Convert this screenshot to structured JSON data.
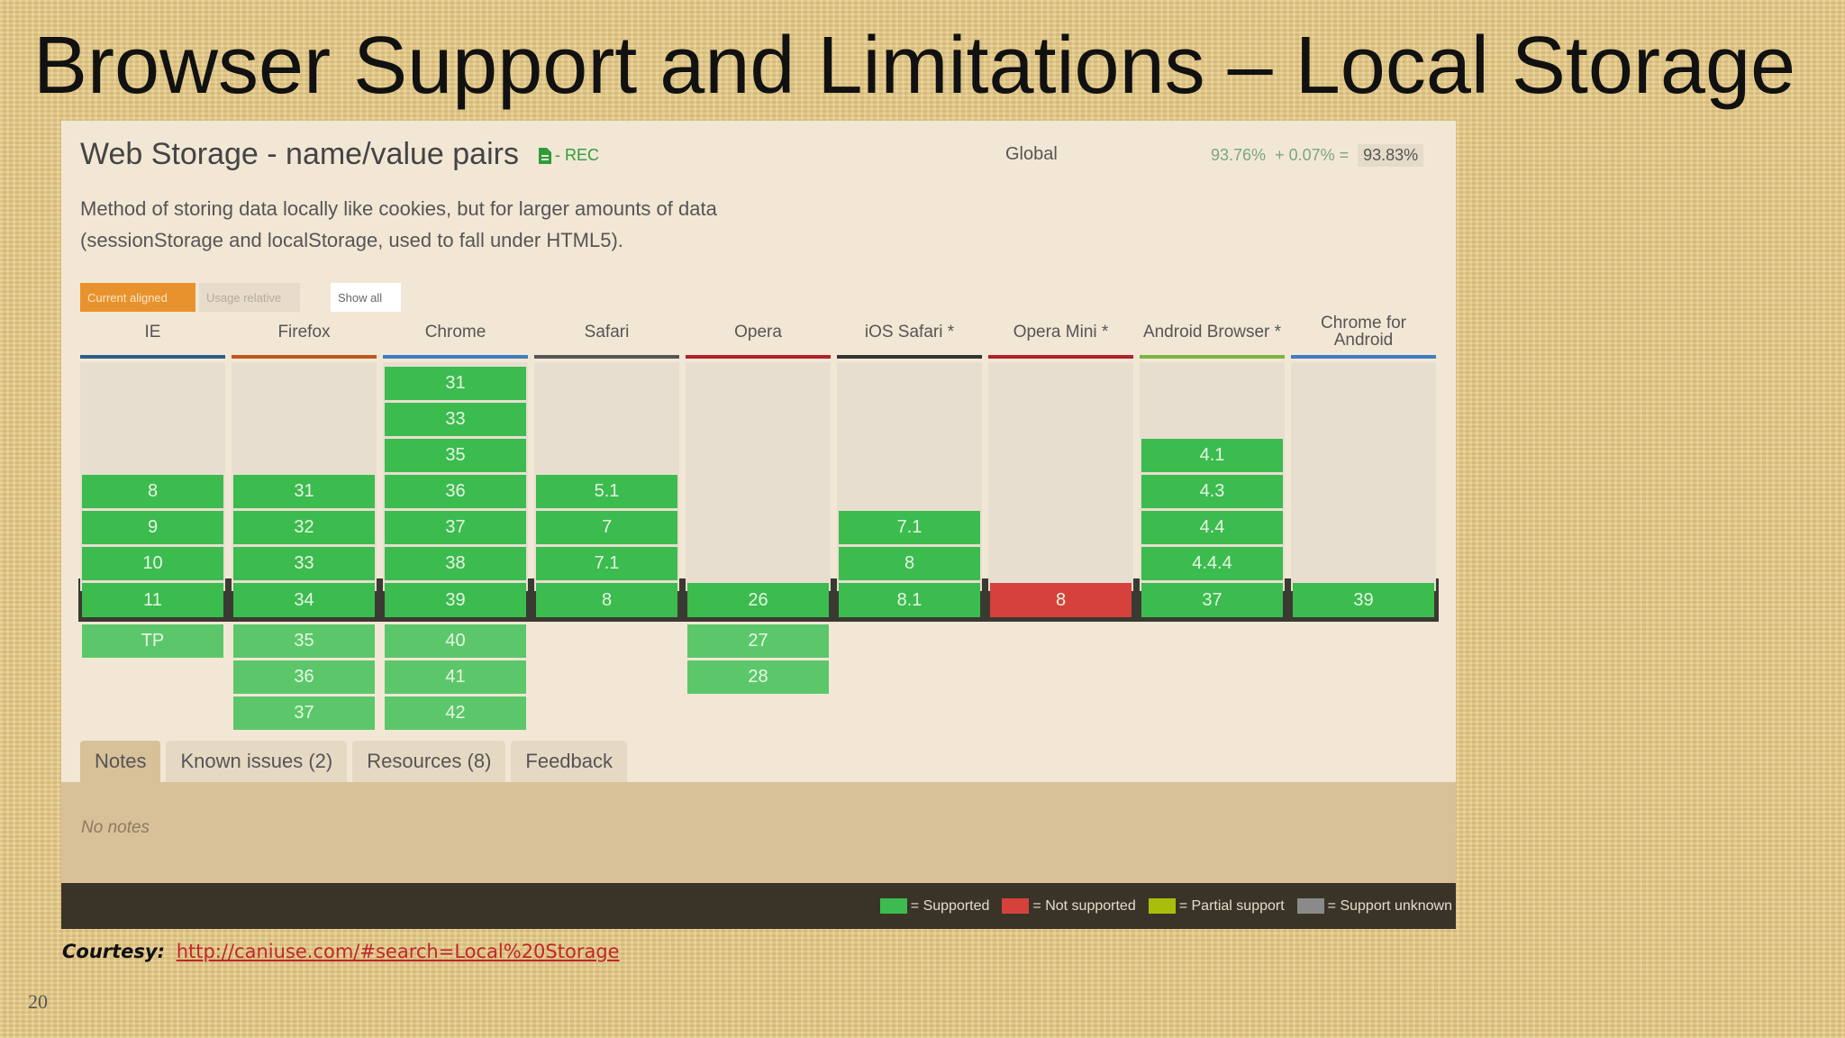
{
  "slide": {
    "title": "Browser Support and Limitations – Local Storage",
    "page_number": "20",
    "courtesy_label": "Courtesy:",
    "courtesy_link": "http://caniuse.com/#search=Local%20Storage"
  },
  "feature": {
    "title": "Web Storage - name/value pairs",
    "spec_status": "- REC",
    "scope": "Global",
    "usage_supported": "93.76%",
    "usage_partial": "+ 0.07% =",
    "usage_total": "93.83%",
    "description": "Method of storing data locally like cookies, but for larger amounts of data (sessionStorage and localStorage, used to fall under HTML5)."
  },
  "view_buttons": [
    "Current aligned",
    "Usage relative",
    "Show all"
  ],
  "colors": {
    "supported": "#3cbb4f",
    "not_supported": "#d6413b",
    "partial_support": "#a8be0b",
    "support_unknown": "#8a8a8a"
  },
  "browsers": [
    {
      "name": "IE",
      "accent": "#2e5d8c",
      "past": [
        "8",
        "9",
        "10"
      ],
      "current": "11",
      "current_status": "supported",
      "future": [
        "TP"
      ]
    },
    {
      "name": "Firefox",
      "accent": "#c2561d",
      "past": [
        "31",
        "32",
        "33"
      ],
      "current": "34",
      "current_status": "supported",
      "future": [
        "35",
        "36",
        "37"
      ]
    },
    {
      "name": "Chrome",
      "accent": "#3f7cc2",
      "past": [
        "31",
        "33",
        "35",
        "36",
        "37",
        "38"
      ],
      "current": "39",
      "current_status": "supported",
      "future": [
        "40",
        "41",
        "42"
      ]
    },
    {
      "name": "Safari",
      "accent": "#555555",
      "past": [
        "5.1",
        "7",
        "7.1"
      ],
      "current": "8",
      "current_status": "supported",
      "future": []
    },
    {
      "name": "Opera",
      "accent": "#b2202a",
      "past": [],
      "current": "26",
      "current_status": "supported",
      "future": [
        "27",
        "28"
      ]
    },
    {
      "name": "iOS Safari *",
      "accent": "#333333",
      "past": [
        "7.1",
        "8"
      ],
      "current": "8.1",
      "current_status": "supported",
      "future": []
    },
    {
      "name": "Opera Mini *",
      "accent": "#b2202a",
      "past": [],
      "current": "8",
      "current_status": "not_supported",
      "future": []
    },
    {
      "name": "Android Browser *",
      "accent": "#7cb342",
      "past": [
        "4.1",
        "4.3",
        "4.4",
        "4.4.4"
      ],
      "current": "37",
      "current_status": "supported",
      "future": []
    },
    {
      "name": "Chrome for Android",
      "accent": "#3f7cc2",
      "past": [],
      "current": "39",
      "current_status": "supported",
      "future": []
    }
  ],
  "tabs": [
    "Notes",
    "Known issues (2)",
    "Resources (8)",
    "Feedback"
  ],
  "notes_text": "No notes",
  "legend": [
    {
      "label": "= Supported",
      "color": "#3cbb4f"
    },
    {
      "label": "= Not supported",
      "color": "#d6413b"
    },
    {
      "label": "= Partial support",
      "color": "#a8be0b"
    },
    {
      "label": "= Support unknown",
      "color": "#8a8a8a"
    }
  ]
}
